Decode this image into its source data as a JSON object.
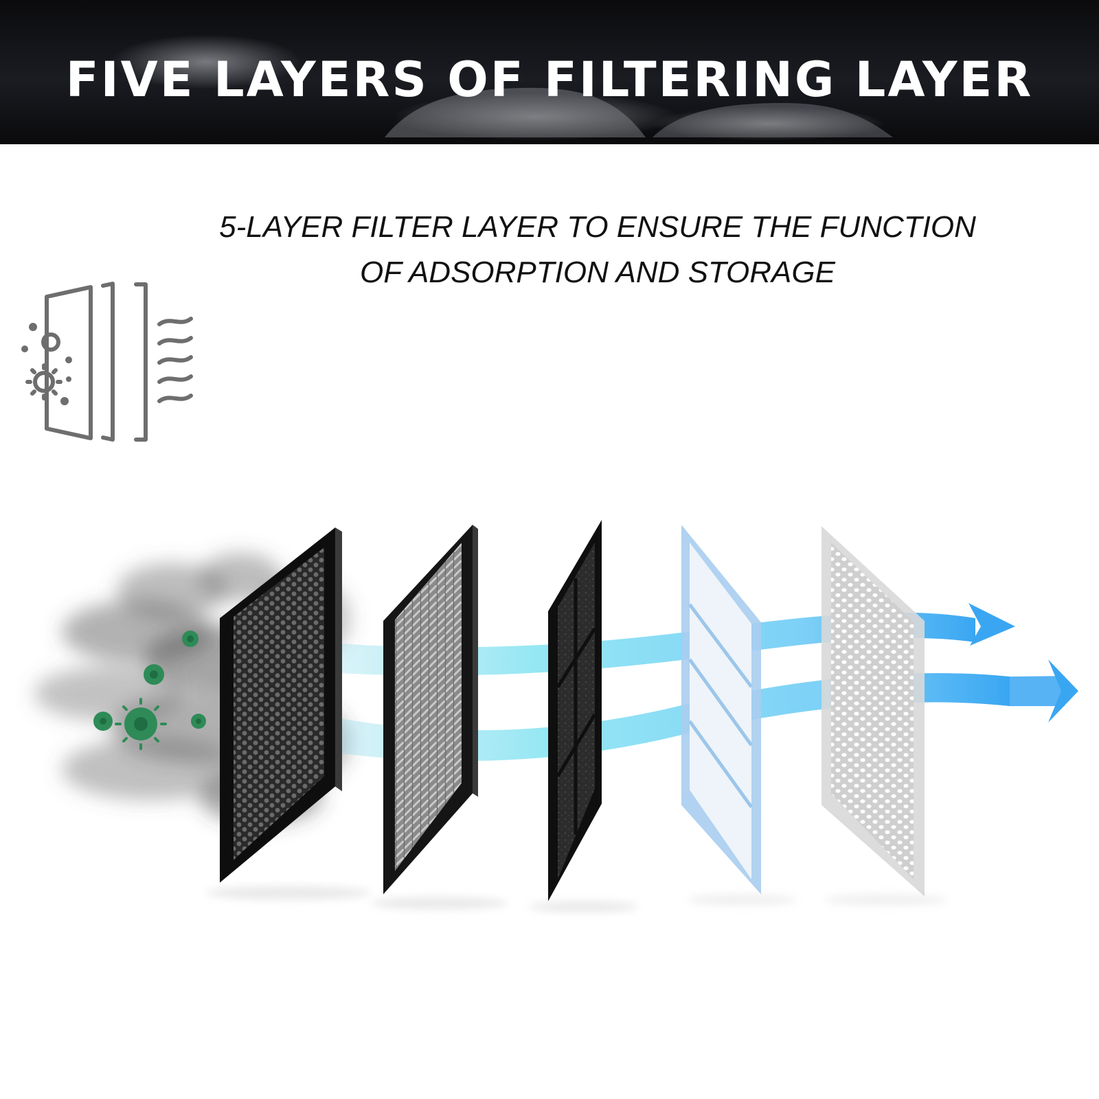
{
  "banner": {
    "title": "FIVE LAYERS OF FILTERING LAYER",
    "background_color": "#111111",
    "text_color": "#ffffff"
  },
  "subtitle": {
    "line1": "5-LAYER FILTER LAYER TO ENSURE THE FUNCTION",
    "line2": "OF ADSORPTION AND STORAGE"
  },
  "icon": {
    "name": "air-filter-icon",
    "color": "#6e6e6e"
  },
  "colors": {
    "airflow": "#4db8ff",
    "germs": "#2e8b57",
    "smoke": "#555555",
    "blue_layer_frame": "#9cc6ea"
  },
  "layers": [
    {
      "name": "honeycomb-mesh-layer",
      "color": "#111111"
    },
    {
      "name": "hepa-pleated-layer",
      "color": "#1a1a1a"
    },
    {
      "name": "activated-carbon-layer",
      "color": "#111111"
    },
    {
      "name": "cotton-layer",
      "color": "#9cc6ea"
    },
    {
      "name": "white-mesh-layer",
      "color": "#dddddd"
    }
  ]
}
